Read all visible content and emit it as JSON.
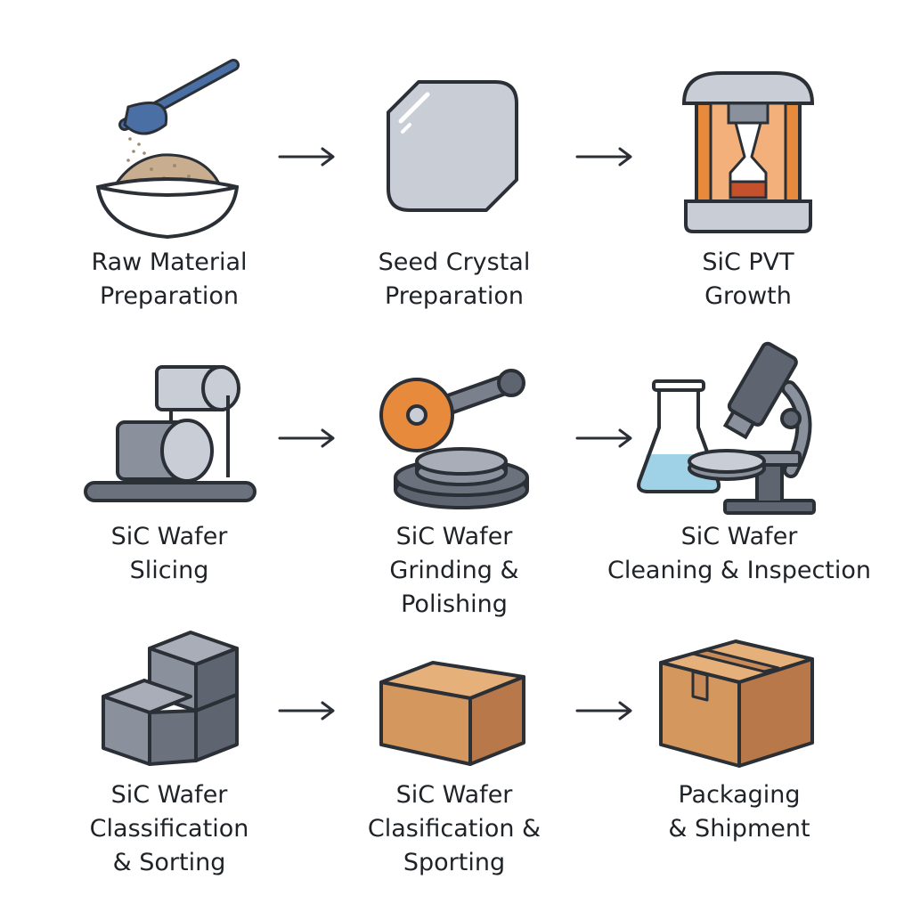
{
  "steps": [
    {
      "lines": [
        "Raw Material",
        "Preparation"
      ],
      "icon": "scoop-bowl-powder-icon"
    },
    {
      "lines": [
        "Seed Crystal",
        "Preparation"
      ],
      "icon": "seed-crystal-plate-icon"
    },
    {
      "lines": [
        "SiC PVT",
        "Growth"
      ],
      "icon": "pvt-furnace-icon"
    },
    {
      "lines": [
        "SiC Wafer",
        "Slicing"
      ],
      "icon": "ingot-slicing-machine-icon"
    },
    {
      "lines": [
        "SiC Wafer",
        "Grinding &",
        "Polishing"
      ],
      "icon": "grinding-wheel-icon"
    },
    {
      "lines": [
        "SiC Wafer",
        "Cleaning & Inspection"
      ],
      "icon": "flask-microscope-icon"
    },
    {
      "lines": [
        "SiC Wafer",
        "Classification",
        "& Sorting"
      ],
      "icon": "stacked-cubes-icon"
    },
    {
      "lines": [
        "SiC Wafer",
        "Clasification &",
        "Sporting"
      ],
      "icon": "box-icon"
    },
    {
      "lines": [
        "Packaging",
        "& Shipment"
      ],
      "icon": "taped-box-icon"
    }
  ],
  "colors": {
    "outline": "#2b2f36",
    "steel_blue": "#4a6fa5",
    "sand": "#c8ad8e",
    "light_gray": "#c9cdd6",
    "mid_gray": "#8a909c",
    "dark_gray": "#5e6470",
    "orange": "#e88a3c",
    "red": "#c4502c",
    "cardboard": "#d4975e",
    "cardboard_side": "#b8784a",
    "liquid": "#9fd2e6"
  }
}
